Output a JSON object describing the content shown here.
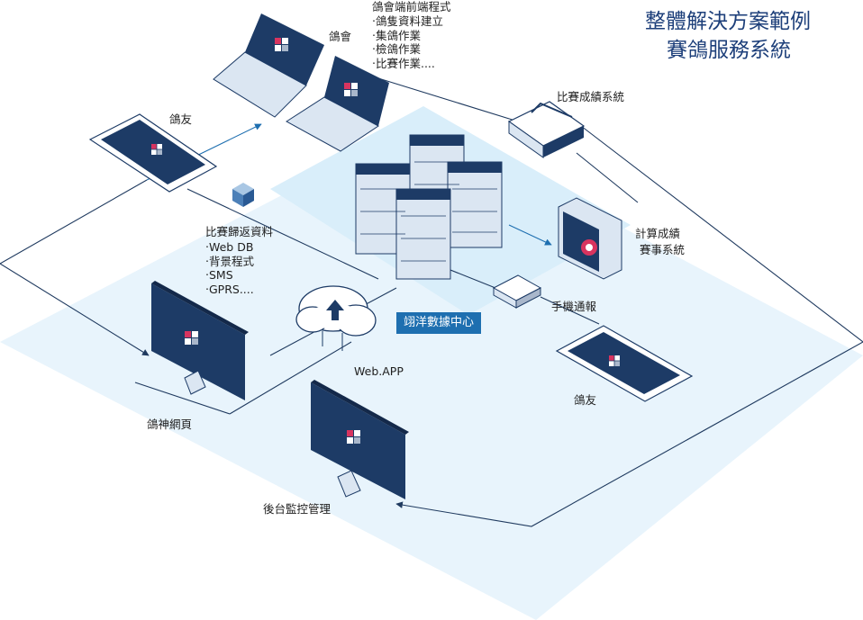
{
  "title": {
    "line1": "整體解決方案範例",
    "line2": "賽鴿服務系統"
  },
  "labels": {
    "club": "鴿會",
    "club_program_title": "鴿會端前端程式",
    "club_program_items": [
      "‧鴿隻資料建立",
      "‧集鴿作業",
      "‧檢鴿作業",
      "‧比賽作業...."
    ],
    "race_results": "比賽成績系統",
    "fancier_top": "鴿友",
    "return_title": "比賽歸返資料",
    "return_items": [
      "‧Web DB",
      "‧背景程式",
      "‧SMS",
      "‧GPRS...."
    ],
    "calc_line1": "計算成績",
    "calc_line2": "賽事系統",
    "phone_notify": "手機通報",
    "datacenter": "翊洋數據中心",
    "webapp": "Web.APP",
    "fancier_bottom": "鴿友",
    "pigeon_web": "鴿神網頁",
    "backend": "後台監控管理"
  },
  "colors": {
    "navy": "#1d3b66",
    "navy_dark": "#14294a",
    "accent_blue": "#1e6fb0",
    "platform": "#e3f1fb",
    "line": "#1f3a5f",
    "server_body": "#dbe6f2",
    "red_tile": "#d8345f",
    "grey_tile": "#a9b7cb"
  }
}
